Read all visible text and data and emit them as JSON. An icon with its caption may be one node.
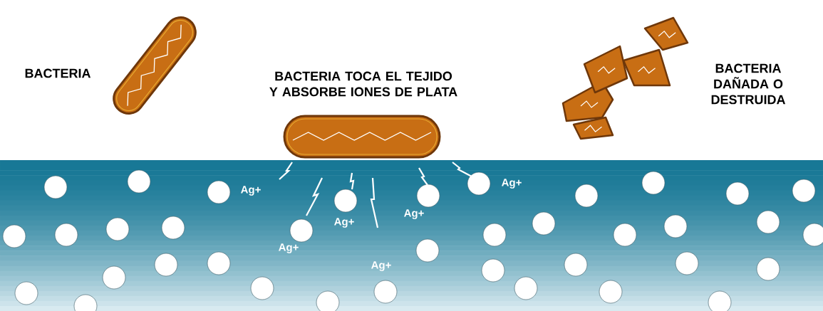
{
  "diagram": {
    "labels": [
      "BACTERIA",
      "BACTERIA TOCA EL TEJIDO Y ABSORBE IONES DE PLATA",
      "BACTERIA DAÑADA O DESTRUIDA",
      "Ag+",
      "Ag+",
      "Ag+",
      "Ag+",
      "Ag+",
      "Ag+"
    ]
  }
}
